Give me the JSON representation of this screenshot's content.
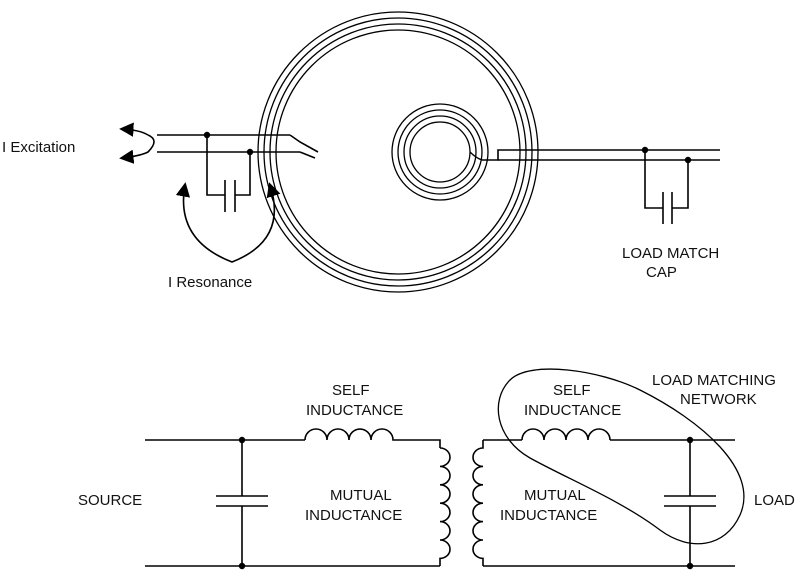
{
  "top": {
    "excitation_label": "I Excitation",
    "resonance_label": "I Resonance",
    "load_match_label_line1": "LOAD MATCH",
    "load_match_label_line2": "CAP"
  },
  "bottom": {
    "source_label": "SOURCE",
    "self_inductance_left_line1": "SELF",
    "self_inductance_left_line2": "INDUCTANCE",
    "mutual_inductance_left_line1": "MUTUAL",
    "mutual_inductance_left_line2": "INDUCTANCE",
    "self_inductance_right_line1": "SELF",
    "self_inductance_right_line2": "INDUCTANCE",
    "mutual_inductance_right_line1": "MUTUAL",
    "mutual_inductance_right_line2": "INDUCTANCE",
    "load_matching_network_line1": "LOAD MATCHING",
    "load_matching_network_line2": "NETWORK",
    "load_label": "LOAD"
  }
}
